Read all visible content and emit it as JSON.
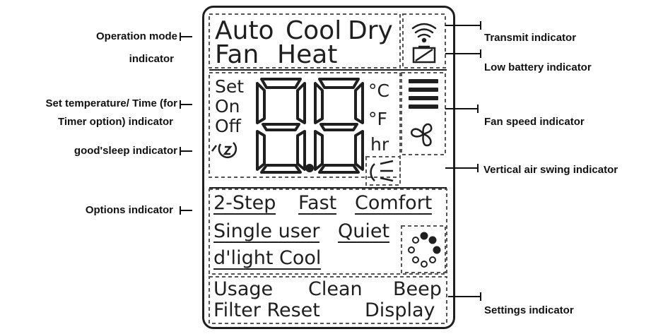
{
  "callouts": {
    "operation_mode": [
      "Operation mode",
      "indicator"
    ],
    "set_temp": [
      "Set temperature/ Time (for",
      "Timer option) indicator"
    ],
    "good_sleep": "good'sleep indicator",
    "options": "Options indicator",
    "transmit": "Transmit indicator",
    "low_battery": "Low battery indicator",
    "fan_speed": "Fan speed indicator",
    "vertical_swing": "Vertical air swing indicator",
    "settings": "Settings indicator"
  },
  "lcd": {
    "modes_row1": [
      "Auto",
      "Cool",
      "Dry"
    ],
    "modes_row2": [
      "Fan",
      "Heat"
    ],
    "set_labels": [
      "Set",
      "On",
      "Off"
    ],
    "units": [
      "°C",
      "°F",
      "hr"
    ],
    "options_row1": [
      "2-Step",
      "Fast",
      "Comfort"
    ],
    "options_row2": [
      "Single user",
      "Quiet"
    ],
    "options_row3": "d'light Cool",
    "settings_row1": [
      "Usage",
      "Clean",
      "Beep"
    ],
    "settings_row2": [
      "Filter Reset",
      "Display"
    ]
  },
  "colors": {
    "ink": "#1f1f1f",
    "dashed": "#555555",
    "background": "#ffffff"
  },
  "icons": [
    "wifi-transmit-icon",
    "battery-low-icon",
    "fan-speed-bars-icon",
    "fan-icon",
    "sleep-clock-icon",
    "air-swing-icon",
    "spinner-dots-icon"
  ]
}
